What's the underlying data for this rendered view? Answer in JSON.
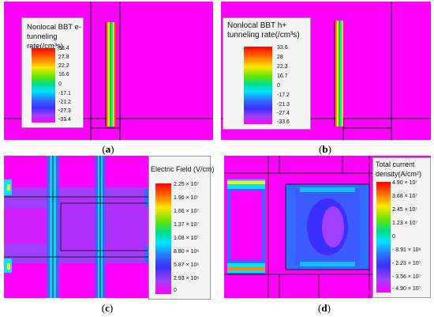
{
  "panels": [
    {
      "id": "a",
      "caption": "a",
      "legend_title_lines": [
        "Nonlocal BBT e-",
        "tunneling rate(/cm³s)"
      ],
      "ticks": [
        "33.4",
        "27.8",
        "22.2",
        "16.6",
        "0",
        "-17.1",
        "-21.2",
        "-27.3",
        "-33.4"
      ]
    },
    {
      "id": "b",
      "caption": "b",
      "legend_title_lines": [
        "Nonlocal BBT h+",
        "tunneling rate(/cm³s)"
      ],
      "ticks": [
        "33.6",
        "28",
        "22.3",
        "16.7",
        "0",
        "-17.2",
        "-21.3",
        "-27.4",
        "-33.6"
      ]
    },
    {
      "id": "c",
      "caption": "c",
      "legend_title_lines": [
        "Electric Field (V/cm)"
      ],
      "ticks": [
        "2.25 × 10⁷",
        "1.96 × 10⁷",
        "1.66 × 10⁷",
        "1.37 × 10⁷",
        "1.08 × 10⁷",
        "8.80 × 10⁶",
        "5.87 × 10⁶",
        "2.93 × 10⁶",
        "0"
      ]
    },
    {
      "id": "d",
      "caption": "d",
      "legend_title_lines": [
        "Total current",
        "density(A/cm²)"
      ],
      "ticks": [
        "4.90 × 10⁷",
        "3.68 × 10⁷",
        "2.45 × 10⁷",
        "1.23 × 10⁷",
        "0",
        "- 8.91 × 10⁶",
        "- 2.23 × 10⁷",
        "- 3.56 × 10⁷",
        "- 4.90 × 10⁷"
      ]
    }
  ],
  "colors": {
    "magenta": "#ff00ff",
    "purple": "#a040ff",
    "blue": "#2f6cff",
    "cyan": "#00e5ff",
    "line": "#1a1a1a"
  }
}
